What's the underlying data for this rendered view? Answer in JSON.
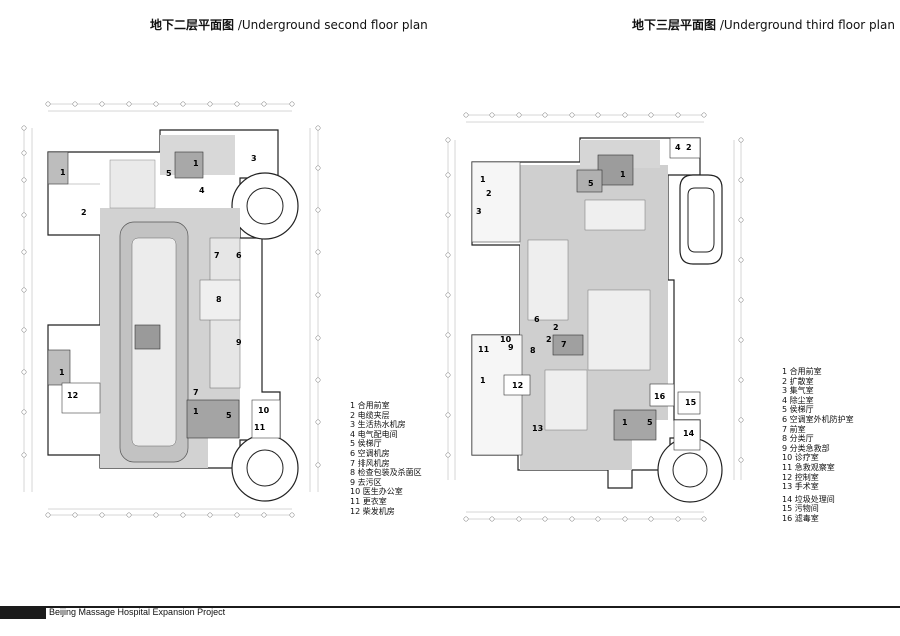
{
  "left_plan": {
    "title_zh": "地下二层平面图",
    "title_en": "/Underground second floor plan",
    "legend": [
      "1 合用前室",
      "2 电缆夹层",
      "3 生活热水机房",
      "4 电气配电间",
      "5 侯梯厅",
      "6 空调机房",
      "7 排风机房",
      "8 检查包装及杀菌区",
      "9 去污区",
      "10 医生办公室",
      "11 更衣室",
      "12 柴发机房"
    ],
    "room_labels": [
      "1",
      "2",
      "5",
      "1",
      "4",
      "3",
      "7",
      "6",
      "8",
      "9",
      "1",
      "12",
      "7",
      "1",
      "5",
      "10",
      "11"
    ]
  },
  "right_plan": {
    "title_zh": "地下三层平面图",
    "title_en": "/Underground third floor plan",
    "legend": [
      "1 合用前室",
      "2 扩散室",
      "3 集气室",
      "4 除尘室",
      "5 侯梯厅",
      "6 空调室外机防护室",
      "7 前室",
      "8 分类厅",
      "9 分类急救部",
      "10 诊疗室",
      "11 急救观察室",
      "12 控制室",
      "13 手术室",
      "14 垃圾处理间",
      "15 污物间",
      "16 滤毒室"
    ],
    "room_labels": [
      "4",
      "2",
      "1",
      "1",
      "5",
      "2",
      "3",
      "6",
      "2",
      "10",
      "9",
      "8",
      "2",
      "7",
      "11",
      "1",
      "12",
      "16",
      "15",
      "1",
      "5",
      "14",
      "13"
    ]
  },
  "footer": {
    "project": "Beijing Massage Hospital Expansion Project"
  }
}
